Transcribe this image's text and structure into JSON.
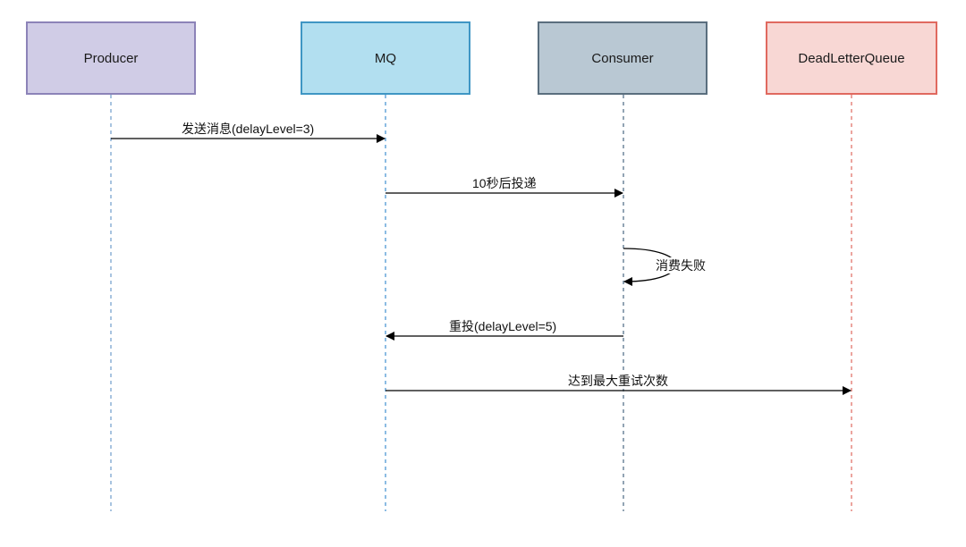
{
  "participants": [
    {
      "id": "producer",
      "label": "Producer",
      "fill": "#d0cce6",
      "stroke": "#8c83b8"
    },
    {
      "id": "mq",
      "label": "MQ",
      "fill": "#b2dff0",
      "stroke": "#3f96c4"
    },
    {
      "id": "consumer",
      "label": "Consumer",
      "fill": "#b9c8d3",
      "stroke": "#5a6e7e"
    },
    {
      "id": "dlq",
      "label": "DeadLetterQueue",
      "fill": "#f8d7d4",
      "stroke": "#e0695f"
    }
  ],
  "lifeline_colors": {
    "producer": "#6f9ccc",
    "mq": "#3f8fd0",
    "consumer": "#4a6882",
    "dlq": "#e0695f"
  },
  "messages": [
    {
      "from": "producer",
      "to": "mq",
      "label": "发送消息(delayLevel=3)"
    },
    {
      "from": "mq",
      "to": "consumer",
      "label": "10秒后投递"
    },
    {
      "from": "consumer",
      "to": "consumer",
      "label": "消费失败"
    },
    {
      "from": "consumer",
      "to": "mq",
      "label": "重投(delayLevel=5)"
    },
    {
      "from": "mq",
      "to": "dlq",
      "label": "达到最大重试次数"
    }
  ]
}
